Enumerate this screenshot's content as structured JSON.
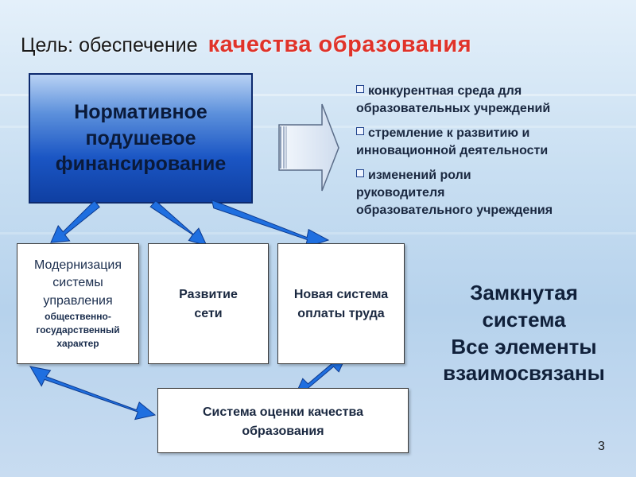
{
  "title": {
    "prefix": "Цель: обеспечение",
    "highlight": "качества образования",
    "highlight_color": "#e0332a"
  },
  "main_box": {
    "lines": [
      "Нормативное",
      "подушевое",
      "финансирование"
    ]
  },
  "bullets": [
    {
      "lines": [
        "конкурентная среда для",
        "образовательных учреждений"
      ]
    },
    {
      "lines": [
        "стремление к развитию и",
        "инновационной деятельности"
      ]
    },
    {
      "lines": [
        "изменений роли",
        "руководителя",
        "образовательного учреждения"
      ]
    }
  ],
  "boxes": {
    "modernization": {
      "lines": [
        "Модернизация",
        "системы",
        "управления"
      ],
      "sub_lines": [
        "общественно-",
        "государственный",
        "характер"
      ]
    },
    "network": {
      "lines": [
        "Развитие",
        "сети"
      ]
    },
    "pay_system": {
      "lines": [
        "Новая система",
        "оплаты труда"
      ]
    },
    "quality_assessment": {
      "lines": [
        "Система оценки качества",
        "образования"
      ]
    }
  },
  "conclusion": {
    "lines": [
      "Замкнутая",
      "система",
      "Все элементы",
      "взаимосвязаны"
    ]
  },
  "page_number": "3",
  "colors": {
    "arrow_blue": "#1f6fe0",
    "box_border": "#0d2a6e",
    "title_red": "#e0332a"
  }
}
